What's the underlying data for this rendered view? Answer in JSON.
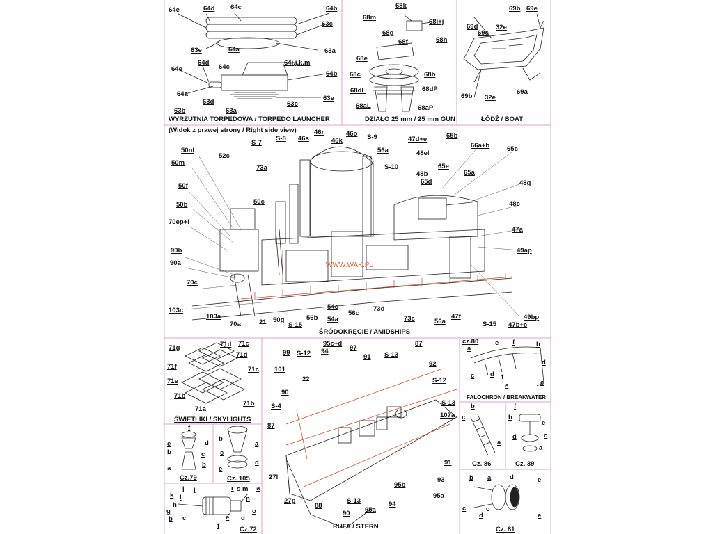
{
  "panels": {
    "torpedo": {
      "title": "WYRZUTNIA TORPEDOWA / TORPEDO LAUNCHER",
      "labels": [
        "64e",
        "64d",
        "64c",
        "64b",
        "63c",
        "63e",
        "64a",
        "63a",
        "64e",
        "64d",
        "64c",
        "64i,j,k,m",
        "64b",
        "64a",
        "63d",
        "63e",
        "63b",
        "63a",
        "63c"
      ]
    },
    "gun": {
      "title": "DZIAŁO 25 mm / 25 mm GUN",
      "labels": [
        "68k",
        "68m",
        "68i+j",
        "68g",
        "68h",
        "68f",
        "68e",
        "68c",
        "68b",
        "68dL",
        "68dP",
        "68aL",
        "68aP"
      ]
    },
    "boat": {
      "title": "ŁÓDŹ / BOAT",
      "labels": [
        "69b",
        "69e",
        "69d",
        "32e",
        "69c",
        "69b",
        "32e",
        "69a"
      ]
    },
    "amidships": {
      "subtitle": "(Widok z prawej strony / Right side view)",
      "title": "ŚRÓDOKRĘCIE / AMIDSHIPS",
      "watermark": "WWW.WAK.PL",
      "labels": [
        "46r",
        "46o",
        "S-9",
        "65b",
        "46s",
        "46k",
        "47d+e",
        "S-8",
        "S-7",
        "66a+b",
        "65c",
        "50nl",
        "52c",
        "56a",
        "48el",
        "73a",
        "S-10",
        "65e",
        "65a",
        "50m",
        "48b",
        "65d",
        "48g",
        "50f",
        "50c",
        "48c",
        "50b",
        "70ep+l",
        "47a",
        "90b",
        "49ap",
        "90a",
        "70c",
        "54c",
        "73d",
        "103c",
        "56c",
        "47f",
        "49bp",
        "73c",
        "56b",
        "54a",
        "56a",
        "103a",
        "70a",
        "21",
        "50g",
        "S-15",
        "S-15",
        "47b+c"
      ]
    },
    "skylights": {
      "title": "ŚWIETLIKI / SKYLIGHTS",
      "labels": [
        "71g",
        "71d",
        "71c",
        "71d",
        "71f",
        "71c",
        "71e",
        "71b",
        "71b",
        "71a"
      ]
    },
    "cz79": {
      "title": "Cz.79",
      "labels": [
        "f",
        "e",
        "d",
        "b",
        "c",
        "b",
        "a"
      ]
    },
    "cz105": {
      "title": "Cz. 105",
      "labels": [
        "b",
        "a",
        "c",
        "d",
        "e"
      ]
    },
    "cz72": {
      "title": "Cz.72",
      "labels": [
        "j",
        "i",
        "r",
        "s",
        "m",
        "a",
        "k",
        "l",
        "n",
        "h",
        "g",
        "o",
        "b",
        "c",
        "e",
        "d",
        "f"
      ]
    },
    "stern": {
      "title": "RUFA / STERN",
      "labels": [
        "95c+d",
        "97",
        "99",
        "94",
        "S-12",
        "87",
        "91",
        "S-13",
        "101",
        "22",
        "92",
        "S-12",
        "90",
        "S-4",
        "S-13",
        "107a",
        "91",
        "87",
        "27l",
        "93",
        "95b",
        "95a",
        "27p",
        "88",
        "S-13",
        "90",
        "95a",
        "94"
      ]
    },
    "breakwater": {
      "title": "FALOCHRON / BREAKWATER",
      "labels": [
        "cz.80",
        "a",
        "e",
        "f",
        "b",
        "d",
        "c",
        "d",
        "f",
        "e",
        "c"
      ]
    },
    "cz86": {
      "title": "Cz. 86",
      "labels": [
        "b",
        "c",
        "a"
      ]
    },
    "cz39": {
      "title": "Cz. 39",
      "labels": [
        "f",
        "b",
        "e",
        "d",
        "c",
        "a"
      ]
    },
    "cz81": {
      "title": "Cz. 81",
      "labels": [
        "b",
        "a",
        "d",
        "e",
        "c",
        "d",
        "c",
        "e"
      ]
    }
  }
}
